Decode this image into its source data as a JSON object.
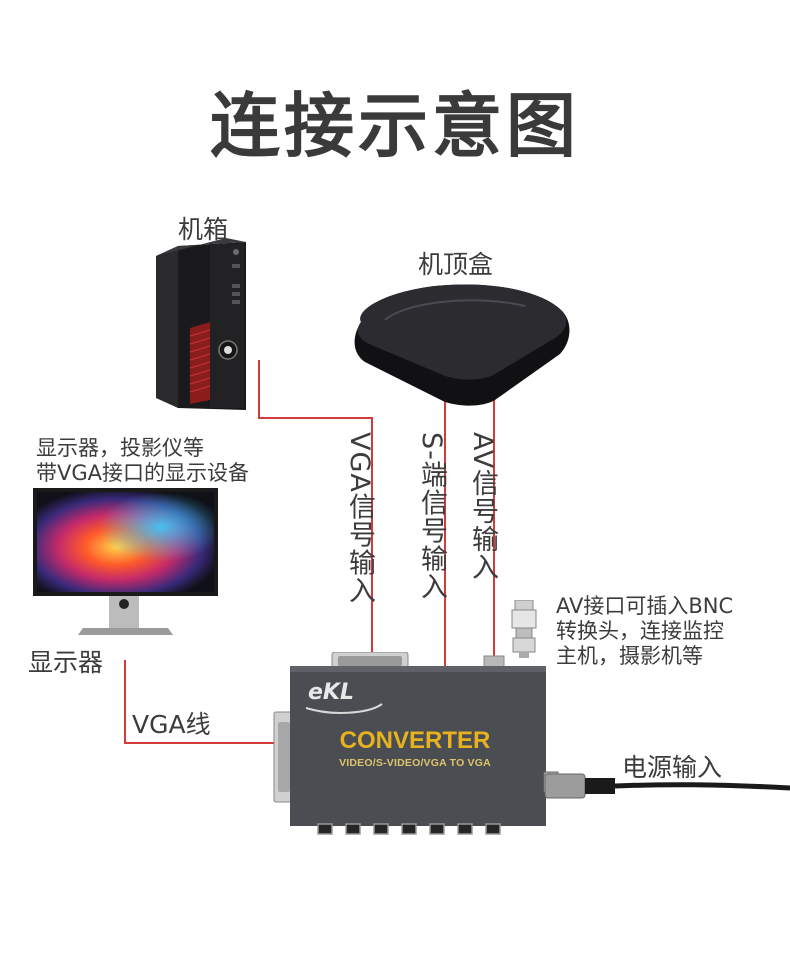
{
  "title": "连接示意图",
  "devices": {
    "pc_tower": "机箱",
    "set_top_box": "机顶盒",
    "monitor": "显示器",
    "converter_brand": "eKL",
    "converter_title": "CONVERTER",
    "converter_subtitle": "VIDEO/S-VIDEO/VGA TO VGA"
  },
  "notes": {
    "display_line1": "显示器，投影仪等",
    "display_line2": "带VGA接口的显示设备",
    "bnc_line1": "AV接口可插入BNC",
    "bnc_line2": "转换头，连接监控",
    "bnc_line3": "主机，摄影机等"
  },
  "signals": {
    "vga_in": "VGA信号输入",
    "svideo_in": "S-端信号输入",
    "av_in": "AV信号输入",
    "vga_line": "VGA线",
    "power_in": "电源输入"
  },
  "colors": {
    "wire": "#d33a3a",
    "accent_text": "#e8b21f",
    "converter_body": "#4a4d52"
  }
}
